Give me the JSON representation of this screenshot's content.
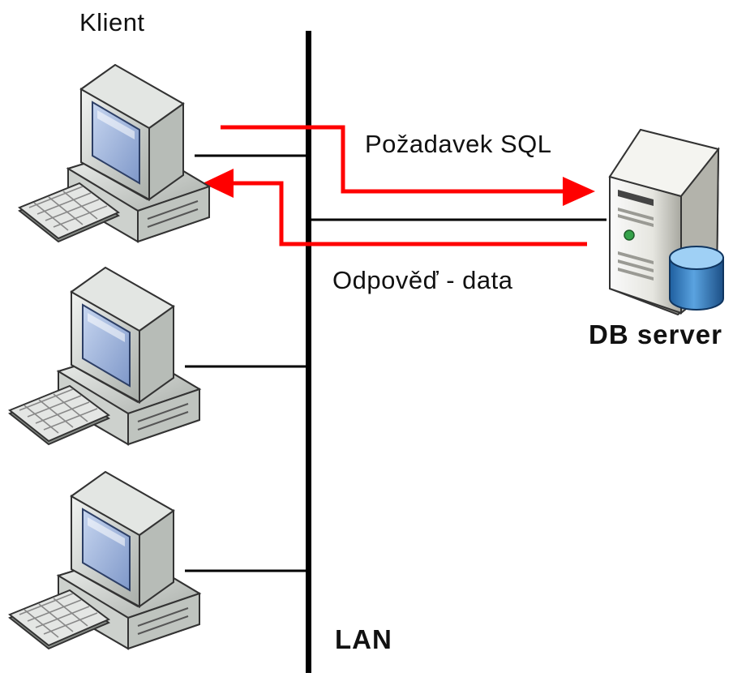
{
  "labels": {
    "client": "Klient",
    "request": "Požadavek SQL",
    "response": "Odpověď - data",
    "server": "DB server",
    "network": "LAN"
  },
  "colors": {
    "arrow": "#ff0000",
    "line": "#000000",
    "monitor_body": "#d8dcd9",
    "monitor_screen": "#9fb4dc",
    "db_cylinder": "#3f88c9"
  },
  "icons": {
    "client": "desktop-computer-icon",
    "server": "server-tower-icon",
    "database": "database-cylinder-icon"
  }
}
